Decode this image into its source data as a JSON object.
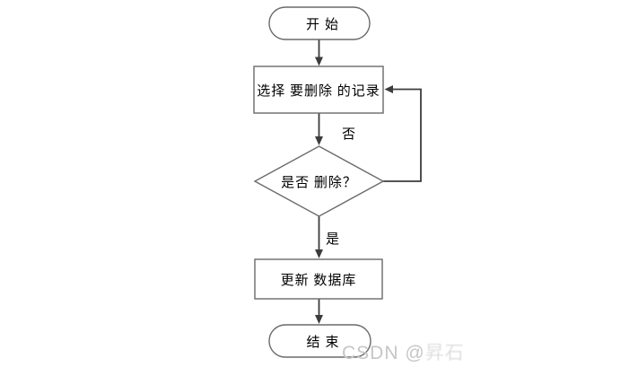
{
  "diagram": {
    "type": "flowchart",
    "background": "#ffffff",
    "colors": {
      "shape_border": "#6a6a6a",
      "connector": "#3c3c3c",
      "label_text": "#000000",
      "watermark": "#c6c6c6"
    },
    "nodes": {
      "start": {
        "shape": "terminator",
        "label": "开始"
      },
      "select": {
        "shape": "process",
        "label": "选择 要删除 的记录"
      },
      "decision": {
        "shape": "decision",
        "label": "是否 删除？"
      },
      "update": {
        "shape": "process",
        "label": "更新 数据库"
      },
      "end": {
        "shape": "terminator",
        "label": "结束"
      }
    },
    "edges": [
      {
        "from": "start",
        "to": "select",
        "label": ""
      },
      {
        "from": "select",
        "to": "decision",
        "label": ""
      },
      {
        "from": "decision",
        "to": "select",
        "label": "否"
      },
      {
        "from": "decision",
        "to": "update",
        "label": "是"
      },
      {
        "from": "update",
        "to": "end",
        "label": ""
      }
    ],
    "edge_labels": {
      "no": "否",
      "yes": "是"
    }
  },
  "watermark": {
    "prefix": "CSDN @",
    "username": "昇石"
  }
}
